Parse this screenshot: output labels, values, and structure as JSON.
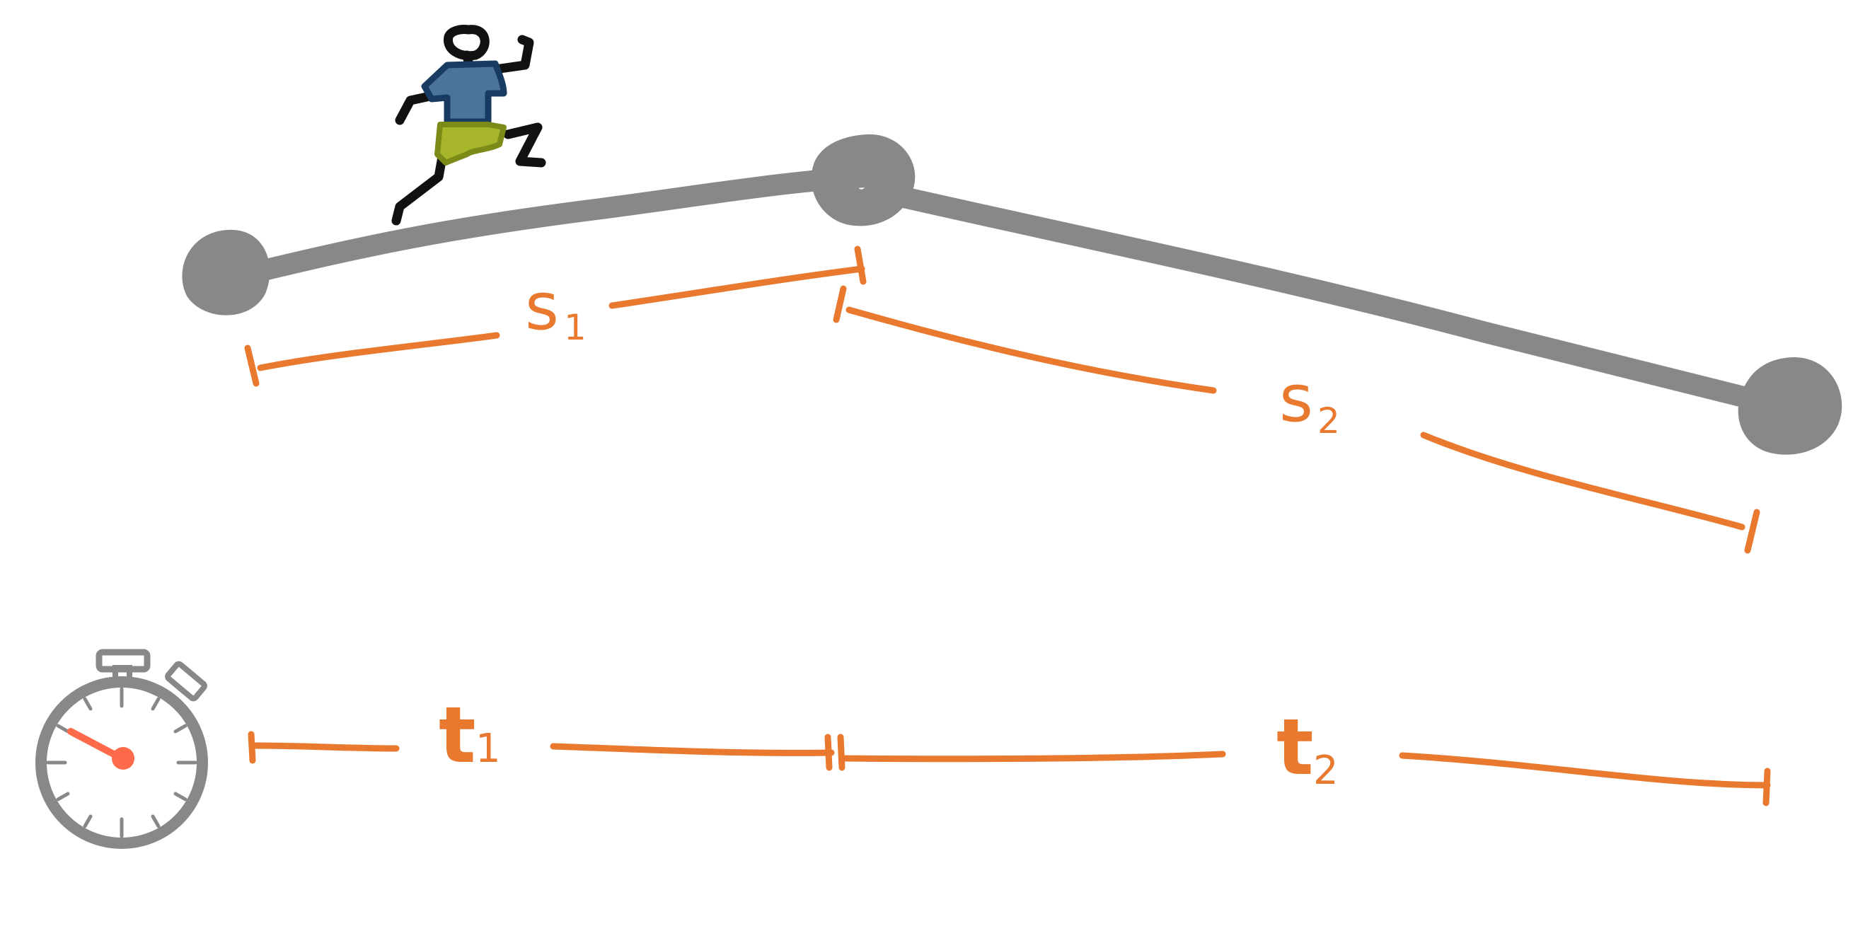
{
  "segments": [
    {
      "distance_label": "s",
      "distance_sub": "1",
      "time_label": "t",
      "time_sub": "1"
    },
    {
      "distance_label": "s",
      "distance_sub": "2",
      "time_label": "t",
      "time_sub": "2"
    }
  ],
  "icons": {
    "runner": "runner-icon",
    "stopwatch": "stopwatch-icon"
  },
  "colors": {
    "path": "#888888",
    "dimension": "#e8792e",
    "shirt": "#4a7599",
    "shorts": "#a6b52a",
    "stopwatch_hand": "#ff6b4a"
  }
}
